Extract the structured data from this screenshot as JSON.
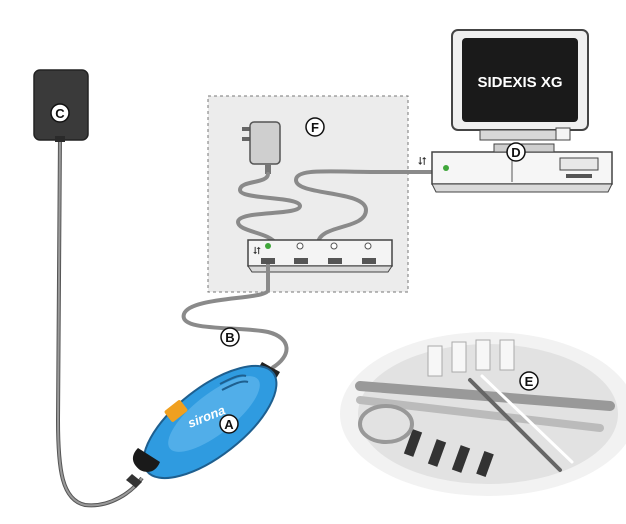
{
  "callouts": {
    "a": "A",
    "b": "B",
    "c": "C",
    "d": "D",
    "e": "E",
    "f": "F"
  },
  "monitor": {
    "screen_text": "SIDEXIS XG"
  },
  "interface_box": {
    "brand": "sirona"
  },
  "icons": {
    "usb_symbol": "usb-icon",
    "power_adapter": "power-plug-icon"
  },
  "colors": {
    "interface_blue": "#2f9be0",
    "cable_gray": "#8a8a8a",
    "led_green": "#3fa63a",
    "brand_orange": "#f0a020"
  }
}
